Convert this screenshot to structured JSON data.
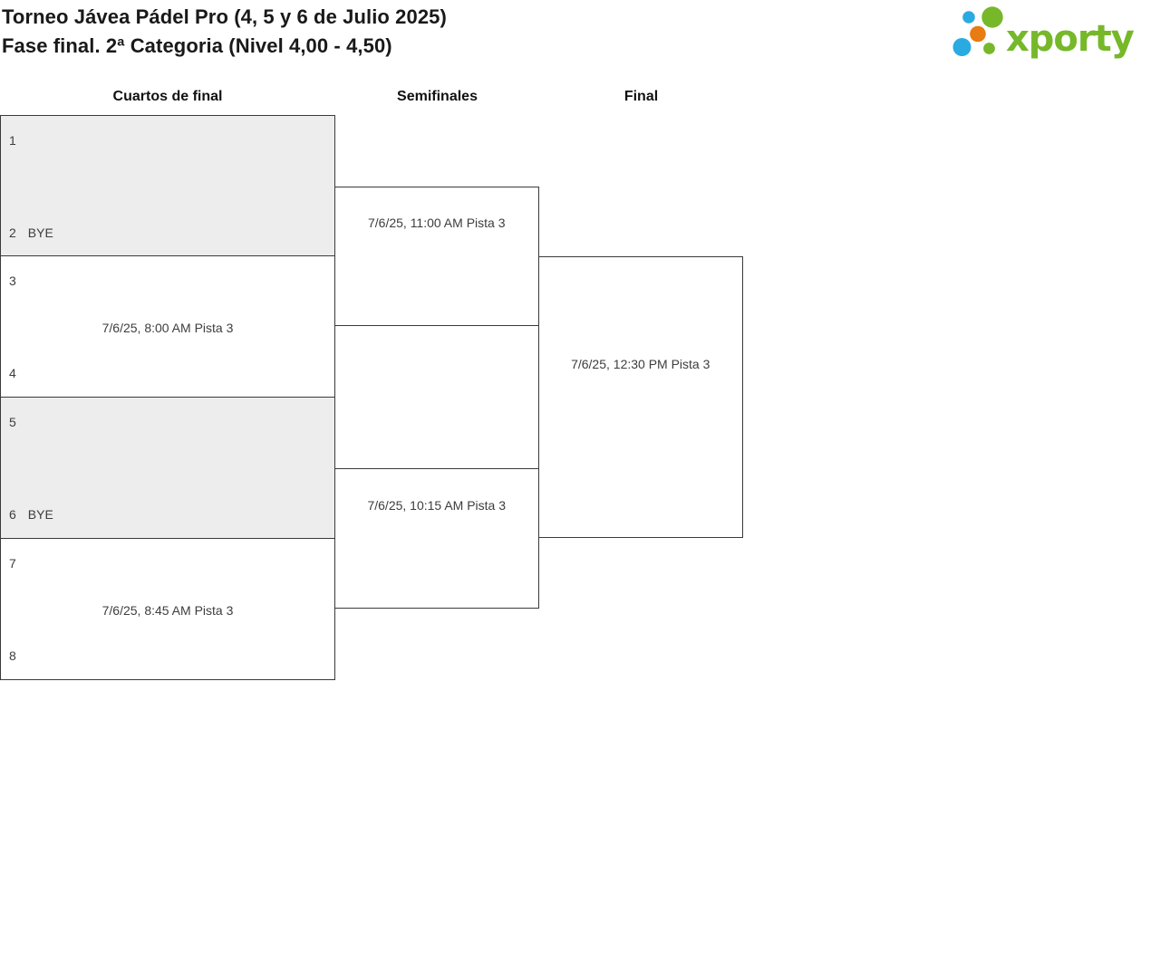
{
  "header": {
    "title_line1": "Torneo Jávea Pádel Pro (4, 5 y 6 de Julio 2025)",
    "title_line2": "Fase final. 2ª Categoria (Nivel 4,00 - 4,50)"
  },
  "logo": {
    "text": "xporty",
    "colors": {
      "green": "#76b82a",
      "blue": "#29abe2",
      "orange": "#e87b12"
    }
  },
  "round_headers": {
    "quarterfinals": "Cuartos de final",
    "semifinals": "Semifinales",
    "final": "Final"
  },
  "bracket": {
    "qf1": {
      "seed_top": "1",
      "seed_bottom": "2",
      "name_bottom": "BYE"
    },
    "qf2": {
      "seed_top": "3",
      "seed_bottom": "4",
      "info": "7/6/25, 8:00 AM Pista 3"
    },
    "qf3": {
      "seed_top": "5",
      "seed_bottom": "6",
      "name_bottom": "BYE"
    },
    "qf4": {
      "seed_top": "7",
      "seed_bottom": "8",
      "info": "7/6/25, 8:45 AM Pista 3"
    },
    "sf1": {
      "info": "7/6/25, 11:00 AM Pista 3"
    },
    "sf2": {
      "info": "7/6/25, 10:15 AM Pista 3"
    },
    "final": {
      "info": "7/6/25, 12:30 PM Pista 3"
    }
  },
  "colors": {
    "bye_fill": "#ededed",
    "box_border": "#3a3a3a",
    "bracket_text": "#3d3d3d",
    "title_text": "#191919"
  }
}
